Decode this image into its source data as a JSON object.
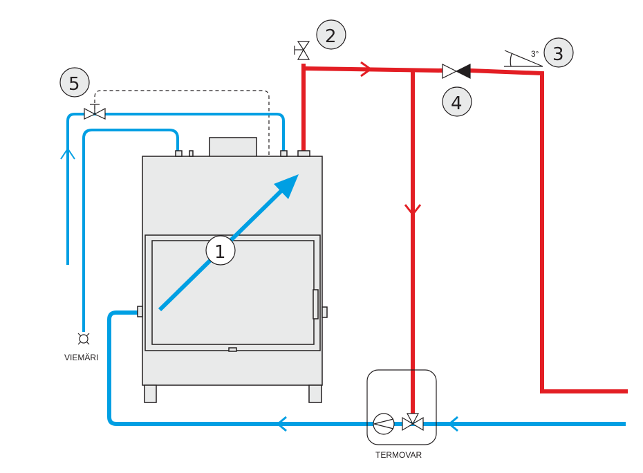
{
  "diagram": {
    "colors": {
      "hot_pipe": "#e31e24",
      "cold_pipe": "#009fe3",
      "outline": "#231f20",
      "body_fill": "#e9eaea",
      "badge_fill": "#e9eaea"
    },
    "callouts": [
      {
        "id": "1",
        "label": "1"
      },
      {
        "id": "2",
        "label": "2"
      },
      {
        "id": "3",
        "label": "3"
      },
      {
        "id": "4",
        "label": "4"
      },
      {
        "id": "5",
        "label": "5"
      }
    ],
    "slope_label": "3°",
    "drain_label": "VIEMÄRI",
    "termovar_label": "TERMOVAR"
  }
}
